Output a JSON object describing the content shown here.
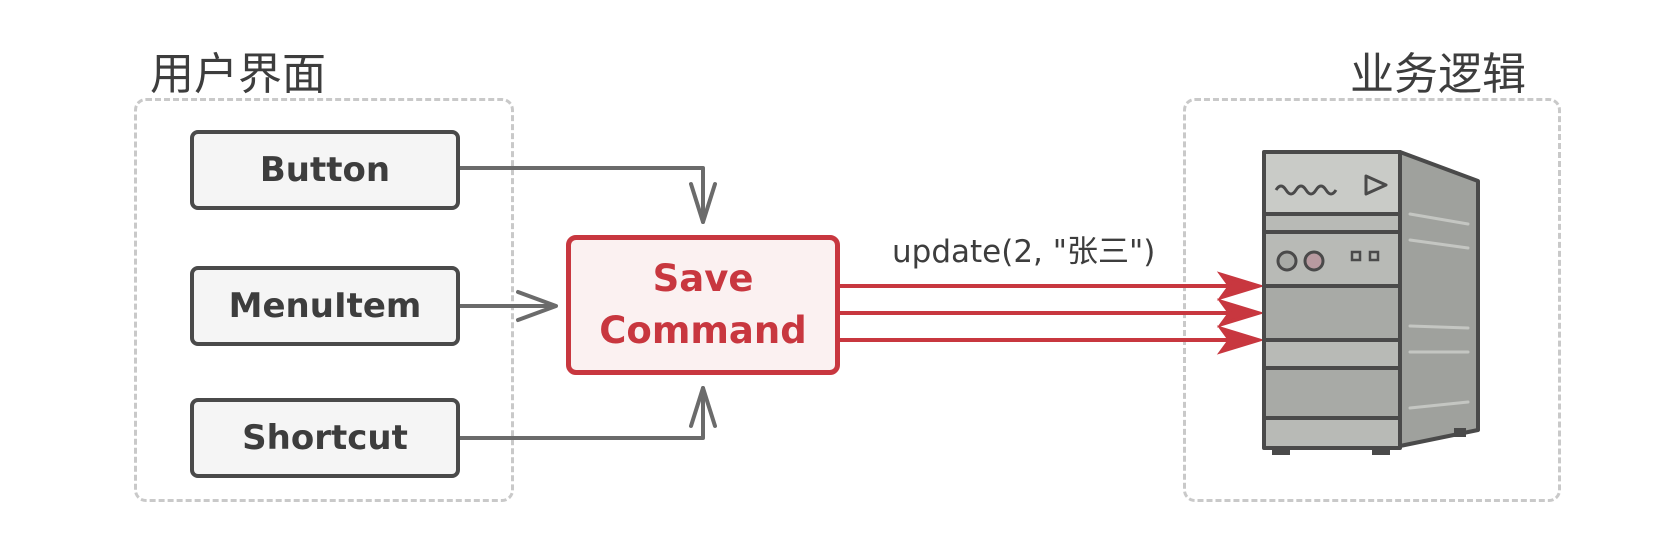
{
  "groups": {
    "ui": {
      "title": "用户界面"
    },
    "business": {
      "title": "业务逻辑"
    }
  },
  "ui_elements": [
    {
      "label": "Button"
    },
    {
      "label": "MenuItem"
    },
    {
      "label": "Shortcut"
    }
  ],
  "command": {
    "line1": "Save",
    "line2": "Command"
  },
  "call_label": "update(2, \"张三\")",
  "colors": {
    "accent": "#c8373f",
    "wire": "#6b6b6b",
    "border": "#4a4a4a",
    "dashed": "#c9c9c9"
  },
  "icons": {
    "business_logic": "server-tower-icon"
  }
}
